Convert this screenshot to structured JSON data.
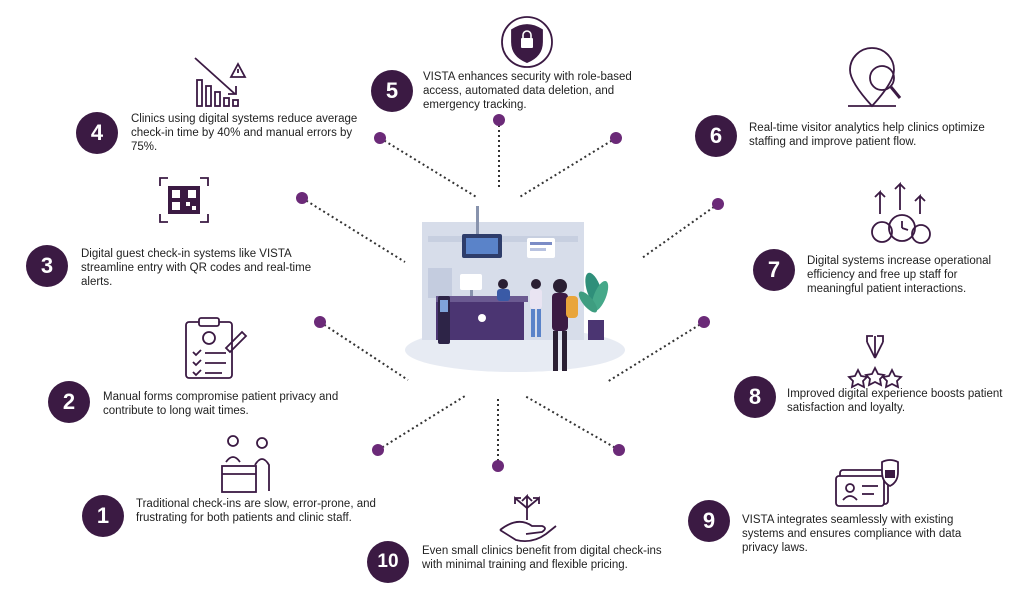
{
  "colors": {
    "accent": "#3b1a43",
    "dot": "#6b2a78",
    "line": "#333333",
    "desk": "#4b3572",
    "scene_bg": "#d7ddea"
  },
  "items": [
    {
      "number": "1",
      "text": "Traditional check-ins are slow, error-prone, and frustrating for both patients and clinic staff.",
      "icon": "receptionist-desk-icon"
    },
    {
      "number": "2",
      "text": "Manual forms compromise patient privacy and contribute to long wait times.",
      "icon": "clipboard-form-icon"
    },
    {
      "number": "3",
      "text": "Digital guest check-in systems like VISTA streamline entry with QR codes and real-time alerts.",
      "icon": "qr-code-icon"
    },
    {
      "number": "4",
      "text": "Clinics using digital systems reduce average check-in time by 40% and manual errors by 75%.",
      "icon": "declining-chart-warning-icon"
    },
    {
      "number": "5",
      "text": "VISTA enhances security with role-based access, automated data deletion, and emergency tracking.",
      "icon": "security-shield-lock-icon"
    },
    {
      "number": "6",
      "text": "Real-time visitor analytics help clinics optimize staffing and improve patient flow.",
      "icon": "location-search-icon"
    },
    {
      "number": "7",
      "text": "Digital systems increase operational efficiency and free up staff for meaningful patient interactions.",
      "icon": "gears-arrows-icon"
    },
    {
      "number": "8",
      "text": "Improved digital experience boosts patient satisfaction and loyalty.",
      "icon": "stars-arrows-icon"
    },
    {
      "number": "9",
      "text": "VISTA integrates seamlessly with existing systems and ensures compliance with data privacy laws.",
      "icon": "id-card-lock-icon"
    },
    {
      "number": "10",
      "text": "Even small clinics benefit from digital check-ins with minimal training and flexible pricing.",
      "icon": "hand-arrows-icon"
    }
  ]
}
